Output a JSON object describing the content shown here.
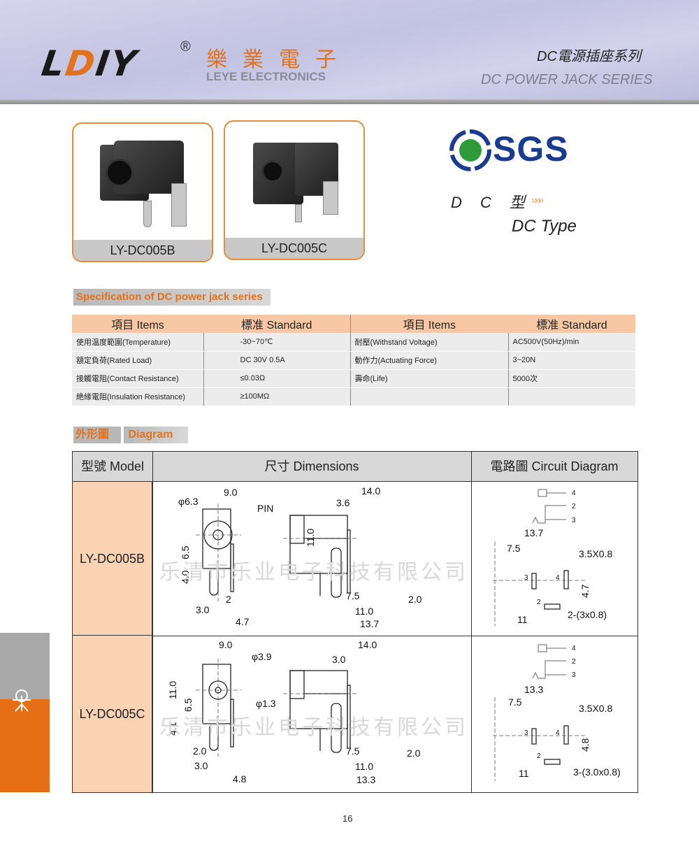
{
  "header": {
    "logo": "LDIY",
    "registered": "®",
    "company_cn": "樂業電子",
    "company_en": "LEYE ELECTRONICS",
    "series_cn": "DC電源插座系列",
    "series_en": "DC POWER JACK SERIES"
  },
  "products": [
    {
      "model": "LY-DC005B"
    },
    {
      "model": "LY-DC005C"
    }
  ],
  "certification": {
    "logo": "SGS",
    "type_cn": "D C 型",
    "chevrons": "»»»",
    "type_en": "DC Type"
  },
  "spec": {
    "title": "Specification of DC power jack series",
    "headers": [
      "項目 Items",
      "標准 Standard",
      "項目 Items",
      "標准 Standard"
    ],
    "rows": [
      [
        "使用温度範圍(Temperature)",
        "-30~70℃",
        "耐壓(Withstand Voltage)",
        "AC500V(50Hz)/min"
      ],
      [
        "額定負荷(Rated Load)",
        "DC 30V  0.5A",
        "動作力(Actuating Force)",
        "3~20N"
      ],
      [
        "接觸電阻(Contact Resistance)",
        "≤0.03Ω",
        "壽命(Life)",
        "5000次"
      ],
      [
        "絶緣電阻(Insulation Resistance)",
        "≥100MΩ",
        "",
        ""
      ]
    ]
  },
  "diagram": {
    "title_cn": "外形圖",
    "title_en": "Diagram",
    "headers": [
      "型號 Model",
      "尺寸 Dimensions",
      "電路圖 Circuit Diagram"
    ],
    "watermark": "乐清市乐业电子科技有限公司",
    "rows": [
      {
        "model": "LY-DC005B",
        "labels": [
          "φ6.3",
          "9.0",
          "PIN",
          "6.5",
          "4.0",
          "2",
          "3.0",
          "4.7",
          "14.0",
          "3.6",
          "11.0",
          "7.5",
          "2.0",
          "11.0",
          "13.7",
          "4",
          "2",
          "3",
          "13.7",
          "7.5",
          "3.5X0.8",
          "3",
          "4",
          "4.7",
          "2",
          "2-(3x0.8)",
          "11"
        ]
      },
      {
        "model": "LY-DC005C",
        "labels": [
          "φ3.9",
          "9.0",
          "φ1.3",
          "6.5",
          "4.1",
          "2.0",
          "3.0",
          "4.8",
          "14.0",
          "3.0",
          "11.0",
          "7.5",
          "2.0",
          "11.0",
          "13.3",
          "4",
          "2",
          "3",
          "13.3",
          "7.5",
          "3.5X0.8",
          "3",
          "4",
          "4.8",
          "2",
          "3-(3.0x0.8)",
          "11"
        ]
      }
    ]
  },
  "page_number": "16",
  "colors": {
    "accent": "#e2731e",
    "header_bg": "#c8c8e6",
    "table_header": "#f8c8a4",
    "sgs_blue": "#1b3c8c"
  }
}
